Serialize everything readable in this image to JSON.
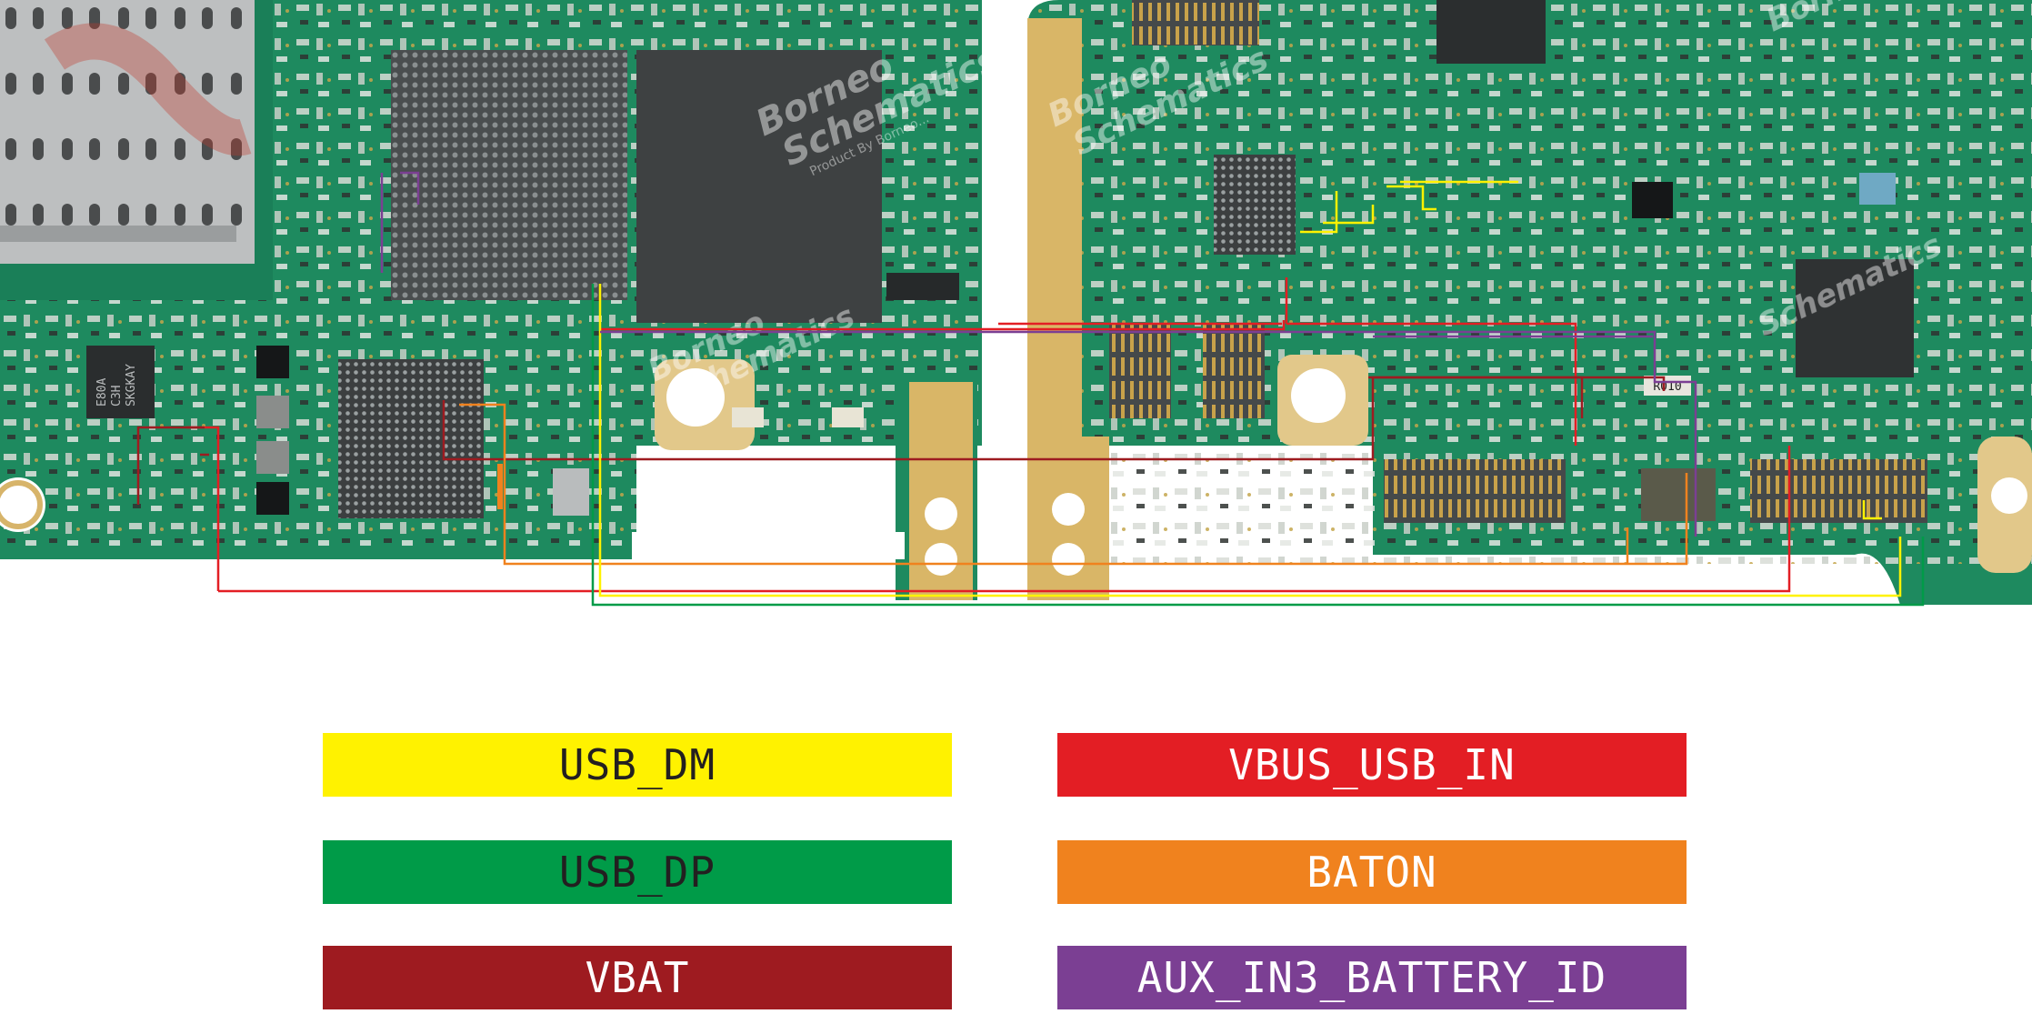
{
  "watermark": {
    "brand": "Borneo",
    "word": "Schematics",
    "tagline": "Product By Borneo..."
  },
  "board_labels": {
    "resistor_mark": "R010",
    "ic_mark_1": "E80A",
    "ic_mark_2": "C3H",
    "ic_mark_3": "SKGKAY"
  },
  "legend": [
    {
      "label": "USB_DM",
      "color": "#fff200",
      "text_color": "#231f20"
    },
    {
      "label": "VBUS_USB_IN",
      "color": "#e31e24",
      "text_color": "#ffffff"
    },
    {
      "label": "USB_DP",
      "color": "#009b48",
      "text_color": "#231f20"
    },
    {
      "label": "BATON",
      "color": "#f0821e",
      "text_color": "#ffffff"
    },
    {
      "label": "VBAT",
      "color": "#9e1b20",
      "text_color": "#ffffff"
    },
    {
      "label": "AUX_IN3_BATTERY_ID",
      "color": "#7b3f93",
      "text_color": "#ffffff"
    }
  ]
}
